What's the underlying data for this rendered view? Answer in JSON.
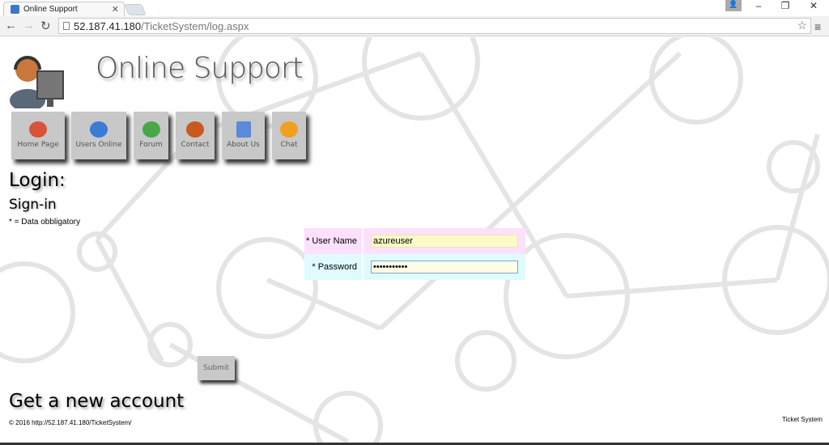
{
  "browser": {
    "tab_title": "Online Support",
    "url_host": "52.187.41.180",
    "url_path": "/TicketSystem/log.aspx"
  },
  "header": {
    "title": "Online Support"
  },
  "nav": [
    {
      "label": "Home Page",
      "icon": "home-icon",
      "color": "#d9533a"
    },
    {
      "label": "Users Online",
      "icon": "users-icon",
      "color": "#3a7bd5"
    },
    {
      "label": "Forum",
      "icon": "forum-icon",
      "color": "#48a848"
    },
    {
      "label": "Contact",
      "icon": "contact-icon",
      "color": "#c85a20"
    },
    {
      "label": "About Us",
      "icon": "document-icon",
      "color": "#5a8ad8"
    },
    {
      "label": "Chat",
      "icon": "chat-bubble-icon",
      "color": "#f0a020"
    }
  ],
  "login": {
    "heading": "Login:",
    "subheading": "Sign-in",
    "note": "* = Data obbligatory",
    "username_label": "* User Name",
    "username_value": "azureuser",
    "password_label": "* Password",
    "password_value": "•••••••••••",
    "submit_label": "Submit",
    "row1_color": "#fde0fd",
    "row2_color": "#e0fbfd"
  },
  "new_account_link": "Get a new account",
  "footer": {
    "copyright": "© 2016 http://52.187.41.180/TicketSystem/",
    "brand": "Ticket System"
  }
}
